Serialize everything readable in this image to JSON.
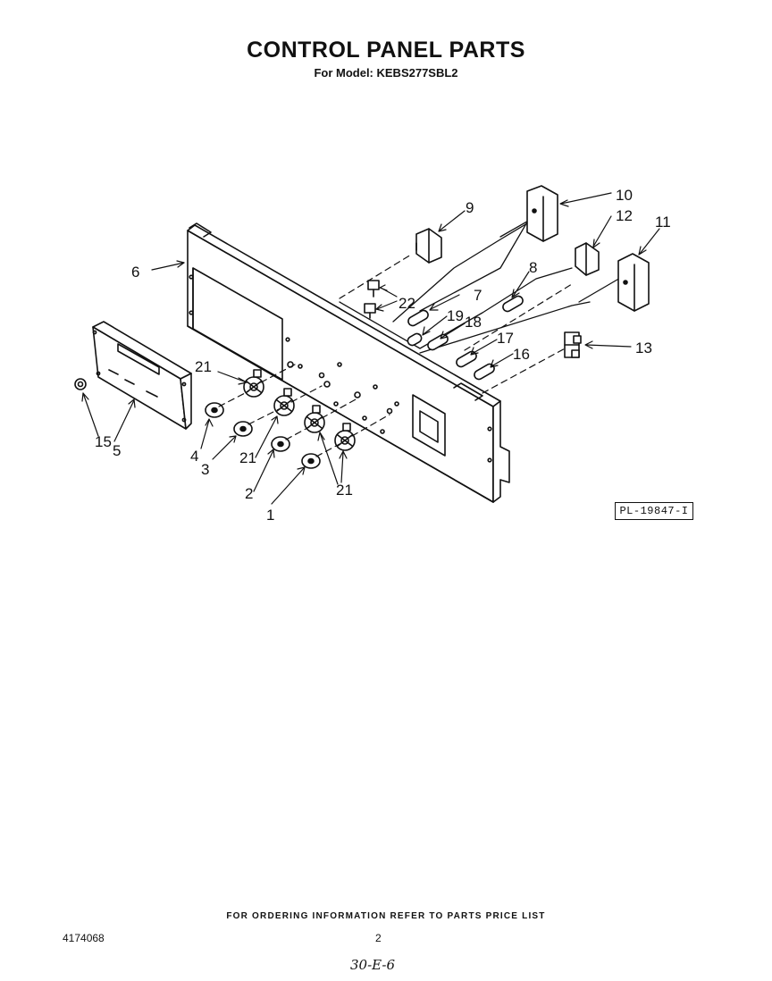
{
  "header": {
    "title": "CONTROL PANEL PARTS",
    "subtitle": "For Model: KEBS277SBL2"
  },
  "diagram": {
    "callouts": [
      "1",
      "2",
      "3",
      "4",
      "5",
      "6",
      "7",
      "8",
      "9",
      "10",
      "11",
      "12",
      "13",
      "15",
      "16",
      "17",
      "18",
      "19",
      "21",
      "21",
      "21",
      "21",
      "22"
    ],
    "plate_id": "PL-19847-I"
  },
  "footer": {
    "ordering_note": "FOR ORDERING INFORMATION REFER TO PARTS PRICE LIST",
    "doc_number": "4174068",
    "page_number": "2",
    "handwritten_note": "30-E-6"
  }
}
